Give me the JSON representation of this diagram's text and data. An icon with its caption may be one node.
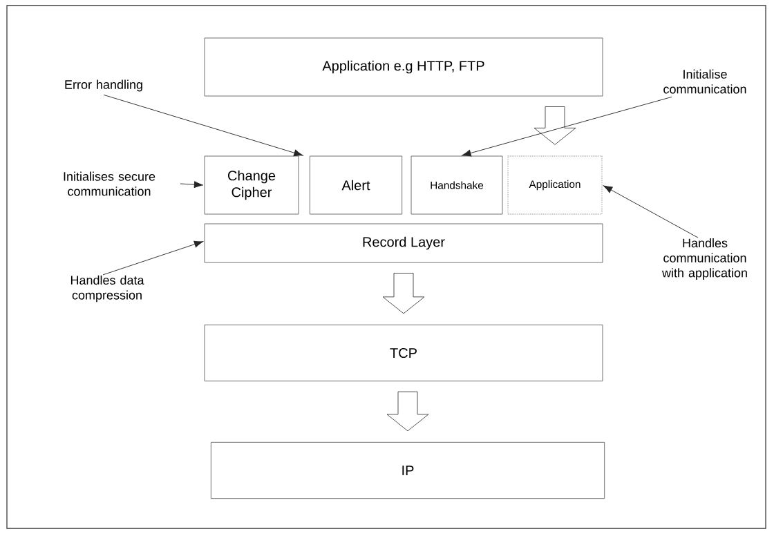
{
  "diagram": {
    "nodes": [
      {
        "text": [
          "Application e.g HTTP, FTP"
        ]
      },
      {
        "text": [
          "Change Cipher"
        ]
      },
      {
        "text": [
          "Alert"
        ]
      },
      {
        "text": [
          "Handshake"
        ]
      },
      {
        "text": [
          "Application"
        ]
      },
      {
        "text": [
          "Record Layer"
        ]
      },
      {
        "text": [
          "TCP"
        ]
      },
      {
        "text": [
          "IP"
        ]
      },
      {
        "text": [
          "Error handling"
        ]
      },
      {
        "text": [
          "Initialise communication"
        ]
      },
      {
        "text": [
          "Initialises secure communication"
        ]
      },
      {
        "text": [
          "Handles data compression"
        ]
      },
      {
        "text": [
          "Handles communication with application"
        ]
      }
    ],
    "edges": [
      {
        "from": 0,
        "to": 4,
        "arrow": "to",
        "style": "thick"
      },
      {
        "from": 5,
        "to": 6,
        "arrow": "to",
        "style": "thick"
      },
      {
        "from": 6,
        "to": 7,
        "arrow": "to",
        "style": "thick"
      },
      {
        "from": 8,
        "to": 2,
        "arrow": "to"
      },
      {
        "from": 9,
        "to": 3,
        "arrow": "to"
      },
      {
        "from": 10,
        "to": 1,
        "arrow": "to"
      },
      {
        "from": 11,
        "to": 5,
        "arrow": "to"
      },
      {
        "from": 12,
        "to": 4,
        "arrow": "to"
      }
    ]
  }
}
